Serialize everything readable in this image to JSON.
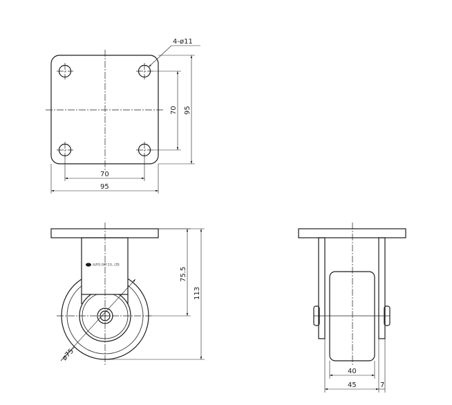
{
  "top_view": {
    "hole_callout": "4-ø11",
    "dim_plate_width": "95",
    "dim_hole_spacing_x": "70",
    "dim_plate_height": "95",
    "dim_hole_spacing_y": "70"
  },
  "front_view": {
    "dim_wheel_diameter": "ø75",
    "dim_axle_height": "75.5",
    "dim_total_height": "113",
    "brand_text": "AUTO OPT CO., LTD"
  },
  "side_view": {
    "dim_wheel_width": "40",
    "dim_bracket_width": "45",
    "dim_offset": "7"
  }
}
